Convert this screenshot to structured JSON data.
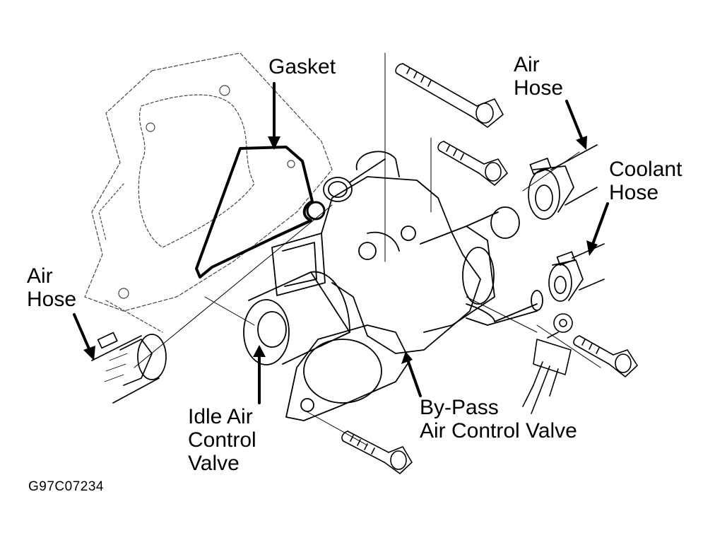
{
  "labels": {
    "gasket": [
      "Gasket"
    ],
    "air_hose_right": [
      "Air",
      "Hose"
    ],
    "coolant_hose": [
      "Coolant",
      "Hose"
    ],
    "air_hose_left": [
      "Air",
      "Hose"
    ],
    "idle_air_control_valve": [
      "Idle Air",
      "Control",
      "Valve"
    ],
    "bypass_air_control_valve": [
      "By-Pass",
      "Air Control Valve"
    ]
  },
  "figure_code": "G97C07234",
  "colors": {
    "ink": "#000000",
    "paper": "#ffffff"
  }
}
